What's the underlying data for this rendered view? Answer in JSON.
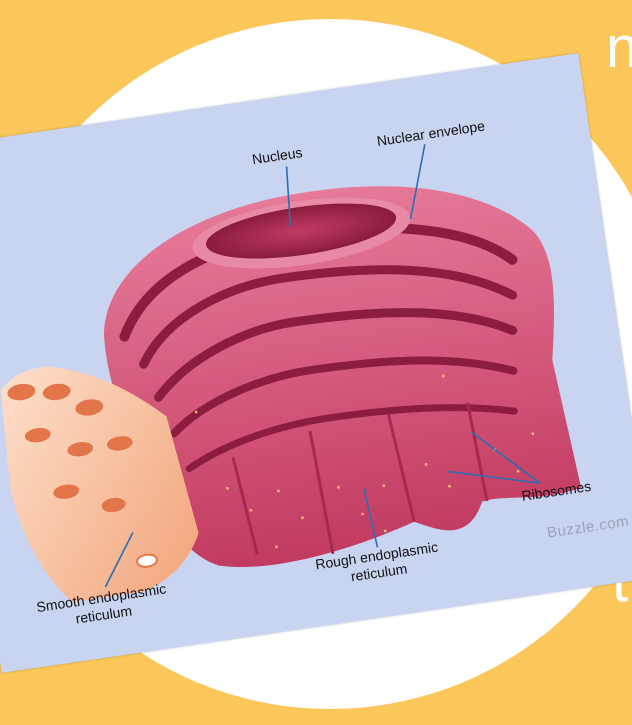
{
  "background": {
    "color": "#fbc75a",
    "circle_color": "#ffffff",
    "letters": [
      "n",
      "t"
    ]
  },
  "diagram": {
    "card_color": "#c9d4f1",
    "labels": {
      "nucleus": "Nucleus",
      "nuclear_envelope": "Nuclear envelope",
      "ribosomes": "Ribosomes",
      "rough_er": "Rough endoplasmic\nreticulum",
      "smooth_er": "Smooth endoplasmic\nreticulum"
    },
    "watermark": "Buzzle.com",
    "colors": {
      "rough_er": "#d04a6e",
      "rough_er_dark": "#8c1d3e",
      "smooth_er": "#f6b892",
      "smooth_er_dark": "#e2764a",
      "leader_line": "#2a6fb5"
    }
  }
}
